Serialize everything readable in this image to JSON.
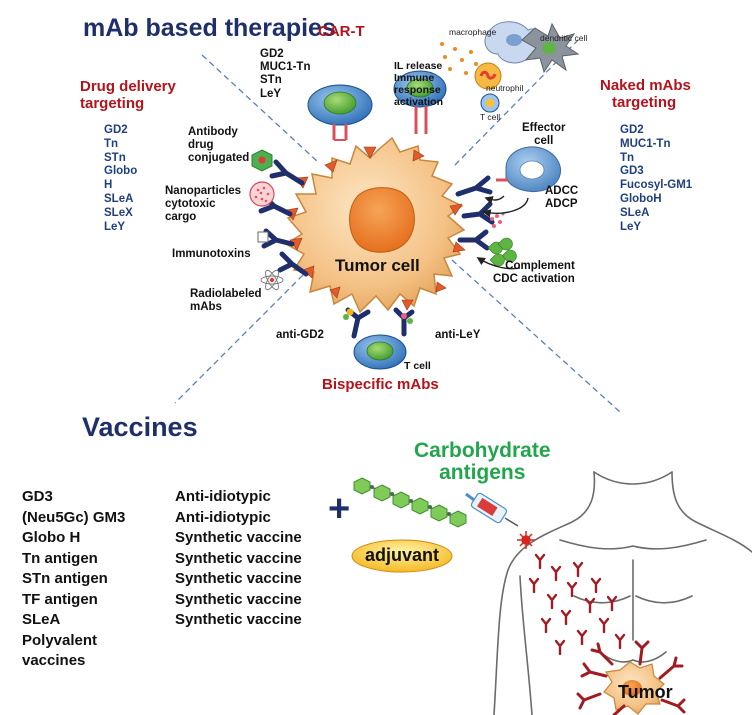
{
  "mab": {
    "title": "mAb based therapies",
    "tumor_label": "Tumor cell",
    "car_t": {
      "title": "CAR-T",
      "targets": [
        "GD2",
        "MUC1-Tn",
        "STn",
        "LeY"
      ],
      "il_release": [
        "IL release",
        "Immune",
        "response",
        "activation"
      ],
      "cells": {
        "macrophage": "macrophage",
        "dendritic": "dendritic cell",
        "neutrophil": "neutrophil",
        "tcell": "T cell"
      }
    },
    "drug_delivery": {
      "title": [
        "Drug delivery",
        "targeting"
      ],
      "targets": [
        "GD2",
        "Tn",
        "STn",
        "Globo",
        "H",
        "SLeA",
        "SLeX",
        "LeY"
      ],
      "adc": [
        "Antibody",
        "drug",
        "conjugated"
      ],
      "nanoparticles": [
        "Nanoparticles",
        "cytotoxic",
        "cargo"
      ],
      "immunotoxins": "Immunotoxins",
      "radiolabeled": [
        "Radiolabeled",
        "mAbs"
      ]
    },
    "naked": {
      "title": [
        "Naked mAbs",
        "targeting"
      ],
      "targets": [
        "GD2",
        "MUC1-Tn",
        "Tn",
        "GD3",
        "Fucosyl-GM1",
        "GloboH",
        "SLeA",
        "LeY"
      ],
      "effector": [
        "Effector",
        "cell"
      ],
      "adcc": [
        "ADCC",
        "ADCP"
      ],
      "complement": [
        "Complement",
        "CDC activation"
      ]
    },
    "bispecific": {
      "title": "Bispecific mAbs",
      "anti_gd2": "anti-GD2",
      "anti_ley": "anti-LeY",
      "tcell": "T cell"
    }
  },
  "vaccines": {
    "title": "Vaccines",
    "antigens": [
      "GD3",
      "(Neu5Gc) GM3",
      "Globo H",
      "Tn antigen",
      "STn antigen",
      "TF antigen",
      "SLeA",
      "Polyvalent",
      "vaccines"
    ],
    "types": [
      "Anti-idiotypic",
      "Anti-idiotypic",
      "Synthetic vaccine",
      "Synthetic vaccine",
      "Synthetic vaccine",
      "Synthetic vaccine",
      "Synthetic vaccine"
    ],
    "carb_title": [
      "Carbohydrate",
      "antigens"
    ],
    "plus": "+",
    "adjuvant": "adjuvant",
    "tumor": "Tumor"
  },
  "colors": {
    "navy": "#1f2f6b",
    "red": "#b5121b",
    "green": "#21a64b",
    "antibody": "#1f2f6b",
    "tumor_body": "#f6c88a",
    "nucleus": "#ee7a22",
    "tcell": "#4a8fd0"
  }
}
